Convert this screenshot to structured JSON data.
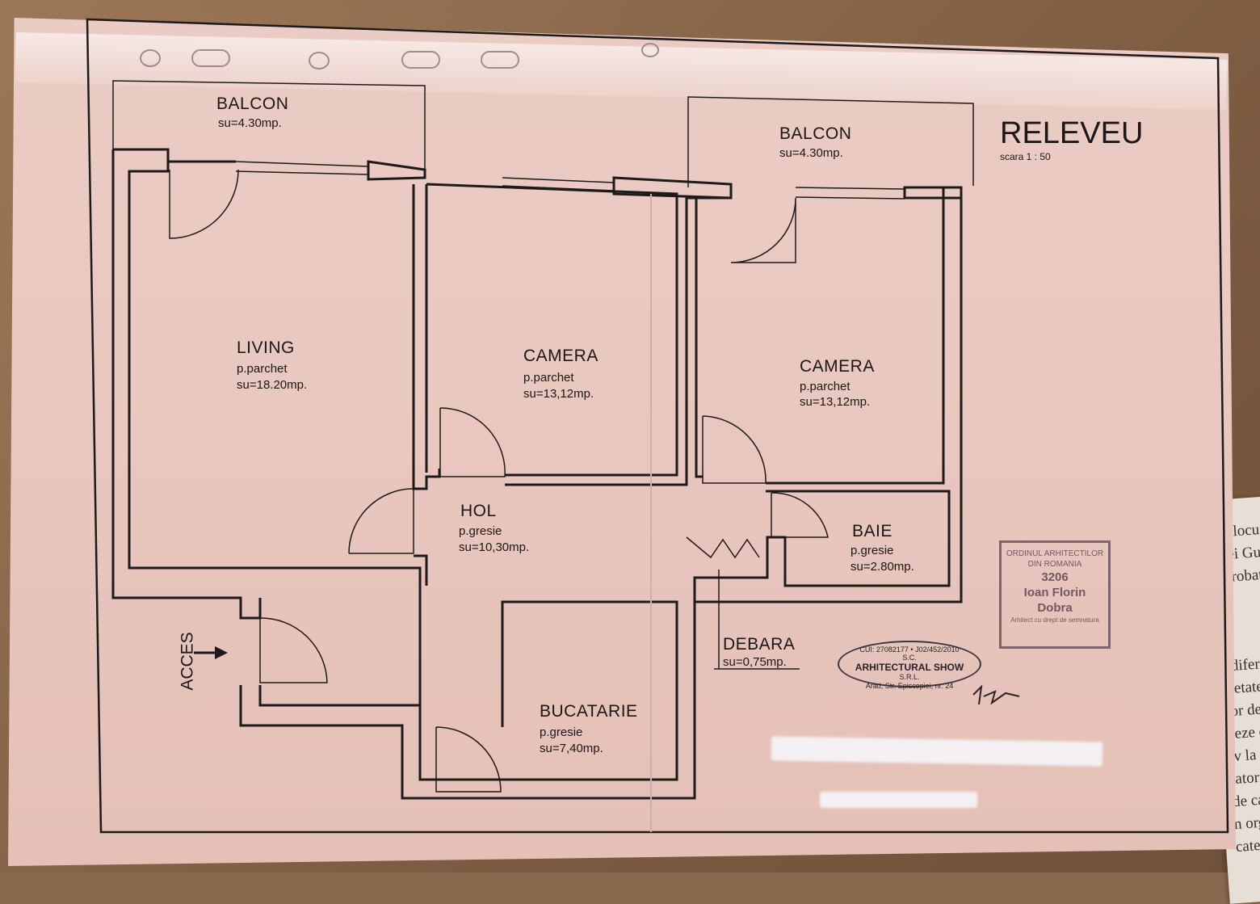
{
  "title": "RELEVEU",
  "scale": "scara  1 : 50",
  "rooms": {
    "balcon_left": {
      "name": "BALCON",
      "area": "su=4.30mp."
    },
    "balcon_right": {
      "name": "BALCON",
      "area": "su=4.30mp."
    },
    "living": {
      "name": "LIVING",
      "floor": "p.parchet",
      "area": "su=18.20mp."
    },
    "camera_mid": {
      "name": "CAMERA",
      "floor": "p.parchet",
      "area": "su=13,12mp."
    },
    "camera_right": {
      "name": "CAMERA",
      "floor": "p.parchet",
      "area": "su=13,12mp."
    },
    "hol": {
      "name": "HOL",
      "floor": "p.gresie",
      "area": "su=10,30mp."
    },
    "baie": {
      "name": "BAIE",
      "floor": "p.gresie",
      "area": "su=2.80mp."
    },
    "debara": {
      "name": "DEBARA",
      "area": "su=0,75mp."
    },
    "bucatarie": {
      "name": "BUCATARIE",
      "floor": "p.gresie",
      "area": "su=7,40mp."
    }
  },
  "access_label": "ACCES",
  "stamp_architect": {
    "line1": "ORDINUL ARHITECTILOR",
    "line2": "DIN ROMANIA",
    "number": "3206",
    "name1": "Ioan Florin",
    "name2": "Dobra",
    "line_bottom": "Arhitect cu drept de semnatura"
  },
  "stamp_company": {
    "cui": "CUI: 27082177 • J02/452/2010",
    "sc": "S.C.",
    "brand": "ARHITECTURAL SHOW",
    "srl": "S.R.L.",
    "address": "Arad, Str. Episcopiei, nr. 24"
  },
  "side_document_lines": [
    "zii locuin",
    "ntei Guv",
    "aprobata",
    "ndiferent",
    "rietatea co",
    "lor de drep",
    "zeze drep",
    "iv la adun",
    "tatorica a",
    "de capacit",
    "n organel",
    "cate ori"
  ]
}
